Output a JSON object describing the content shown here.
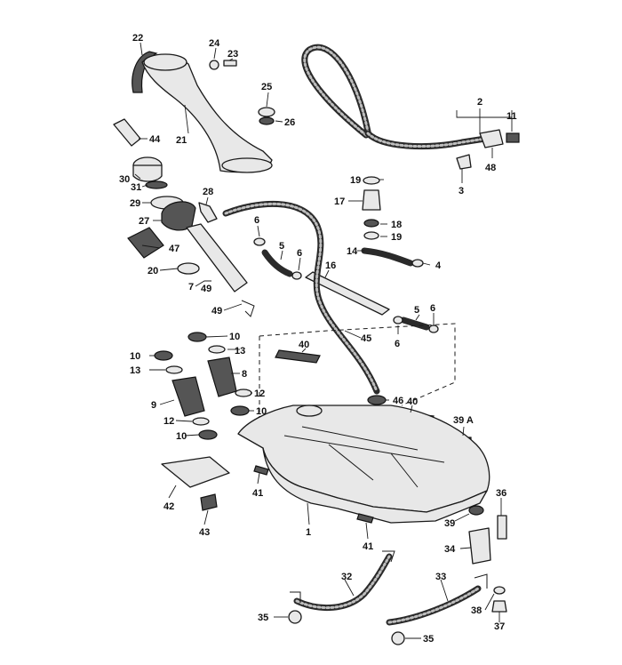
{
  "diagram": {
    "callouts": [
      "1",
      "2",
      "3",
      "4",
      "5",
      "5",
      "6",
      "6",
      "6",
      "6",
      "7",
      "8",
      "9",
      "10",
      "10",
      "10",
      "10",
      "11",
      "12",
      "12",
      "13",
      "13",
      "14",
      "16",
      "17",
      "18",
      "19",
      "19",
      "20",
      "21",
      "22",
      "23",
      "24",
      "25",
      "26",
      "27",
      "28",
      "29",
      "30",
      "31",
      "32",
      "33",
      "34",
      "35",
      "35",
      "36",
      "37",
      "38",
      "39",
      "39 A",
      "40",
      "40",
      "41",
      "41",
      "42",
      "43",
      "44",
      "45",
      "46",
      "47",
      "48",
      "49",
      "49"
    ]
  }
}
